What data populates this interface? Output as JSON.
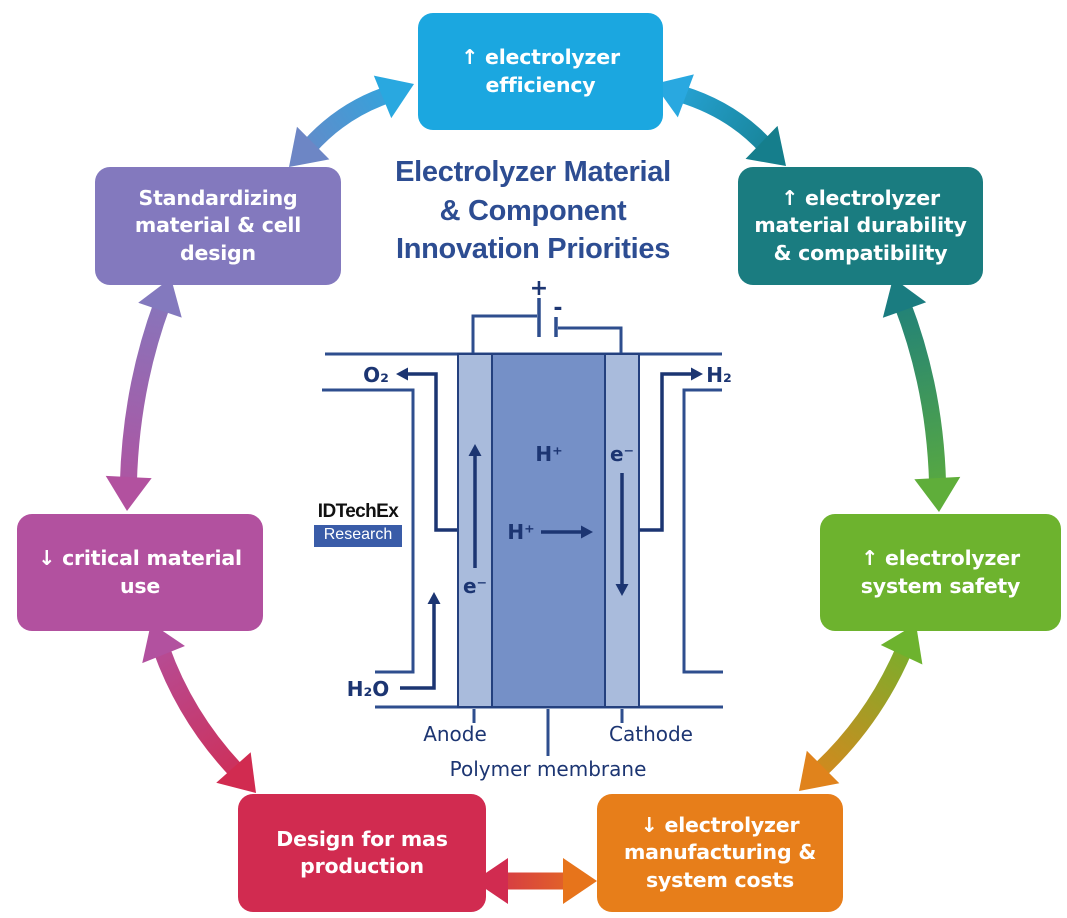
{
  "title": "Electrolyzer Material\n& Component\nInnovation Priorities",
  "boxes": {
    "efficiency": {
      "label": "↑ electrolyzer\nefficiency",
      "color": "#1BA7E0"
    },
    "durability": {
      "label": "↑ electrolyzer\nmaterial durability\n& compatibility",
      "color": "#1A7C80"
    },
    "safety": {
      "label": "↑ electrolyzer\nsystem safety",
      "color": "#6DB32E"
    },
    "costs": {
      "label": "↓ electrolyzer\nmanufacturing &\nsystem costs",
      "color": "#E77E1A"
    },
    "mass_production": {
      "label": "Design for mas\nproduction",
      "color": "#D12B50"
    },
    "critical_material": {
      "label": "↓ critical material\nuse",
      "color": "#B2519F"
    },
    "standardizing": {
      "label": "Standardizing\nmaterial & cell\ndesign",
      "color": "#8379BE"
    }
  },
  "arrows": [
    {
      "name": "standardizing-efficiency",
      "c1": "#6D86C5",
      "c2": "#29A8E0"
    },
    {
      "name": "efficiency-durability",
      "c1": "#29A8E0",
      "c2": "#157E8C"
    },
    {
      "name": "durability-safety",
      "c1": "#1A7C80",
      "c2": "#5FAE3A"
    },
    {
      "name": "safety-costs",
      "c1": "#6DB32E",
      "c2": "#E0831C"
    },
    {
      "name": "costs-massproduction",
      "c1": "#E7741B",
      "c2": "#D12B50"
    },
    {
      "name": "massproduction-criticalmaterial",
      "c1": "#D12B50",
      "c2": "#B2519F"
    },
    {
      "name": "criticalmaterial-standardizing",
      "c1": "#B2519F",
      "c2": "#8379BE"
    }
  ],
  "diagram": {
    "battery_plus": "+",
    "battery_minus": "-",
    "oxygen": "O₂",
    "hydrogen": "H₂",
    "water": "H₂O",
    "proton_top": "H⁺",
    "proton_mid": "H⁺",
    "electron_anode": "e⁻",
    "electron_cathode": "e⁻",
    "anode": "Anode",
    "cathode": "Cathode",
    "membrane": "Polymer membrane",
    "colors": {
      "electrode": "#A9BBDC",
      "membrane": "#7590C7",
      "line": "#2E4E8E",
      "flow": "#1C3572"
    }
  },
  "logo": {
    "name": "IDTechEx",
    "sub": "Research",
    "sub_bg": "#3A5CA8"
  }
}
